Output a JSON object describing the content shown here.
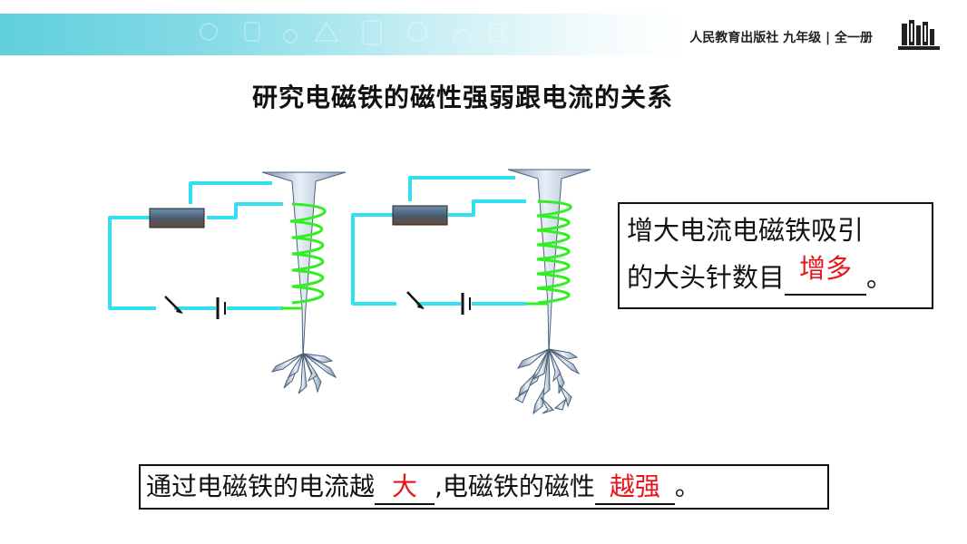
{
  "header": {
    "publisher": "人民教育出版社 九年级 | 全一册"
  },
  "title": "研究电磁铁的磁性强弱跟电流的关系",
  "conclusion_box": {
    "text_line1": "增大电流电磁铁吸引",
    "text_line2_prefix": "的大头针数目",
    "answer": "增多",
    "text_line2_suffix": "。"
  },
  "summary_box": {
    "prefix": "通过电磁铁的电流越",
    "answer1": "大",
    "middle": ",电磁铁的磁性",
    "answer2": "越强",
    "suffix": "。"
  },
  "colors": {
    "wire": "#33e0f0",
    "coil": "#33ee22",
    "answer": "#e8141b",
    "header_band": "#5fcfdc"
  }
}
